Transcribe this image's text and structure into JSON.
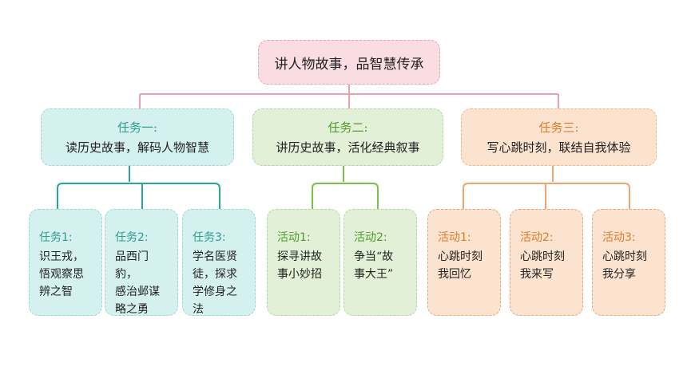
{
  "root": {
    "title": "讲人物故事，品智慧传承"
  },
  "tasks": [
    {
      "title": "任务一:",
      "desc": "读历史故事，解码人物智慧",
      "children": [
        {
          "title": "任务1:",
          "desc": "识王戎，\n悟观察思\n辨之智"
        },
        {
          "title": "任务2:",
          "desc": "品西门豹，\n感治邺谋\n略之勇"
        },
        {
          "title": "任务3:",
          "desc": "学名医贤\n徒，探求\n学修身之\n法"
        }
      ]
    },
    {
      "title": "任务二:",
      "desc": "讲历史故事，活化经典叙事",
      "children": [
        {
          "title": "活动1:",
          "desc": "探寻讲故\n事小妙招"
        },
        {
          "title": "活动2:",
          "desc": "争当“故\n事大王”"
        }
      ]
    },
    {
      "title": "任务三:",
      "desc": "写心跳时刻，联结自我体验",
      "children": [
        {
          "title": "活动1:",
          "desc": "心跳时刻\n我回忆"
        },
        {
          "title": "活动2:",
          "desc": "心跳时刻\n我来写"
        },
        {
          "title": "活动3:",
          "desc": "心跳时刻\n我分享"
        }
      ]
    }
  ],
  "colors": {
    "root_line": "#e8a0b0",
    "teal": "#2aa79b",
    "green": "#7cc04a",
    "orange": "#f2a46c"
  }
}
